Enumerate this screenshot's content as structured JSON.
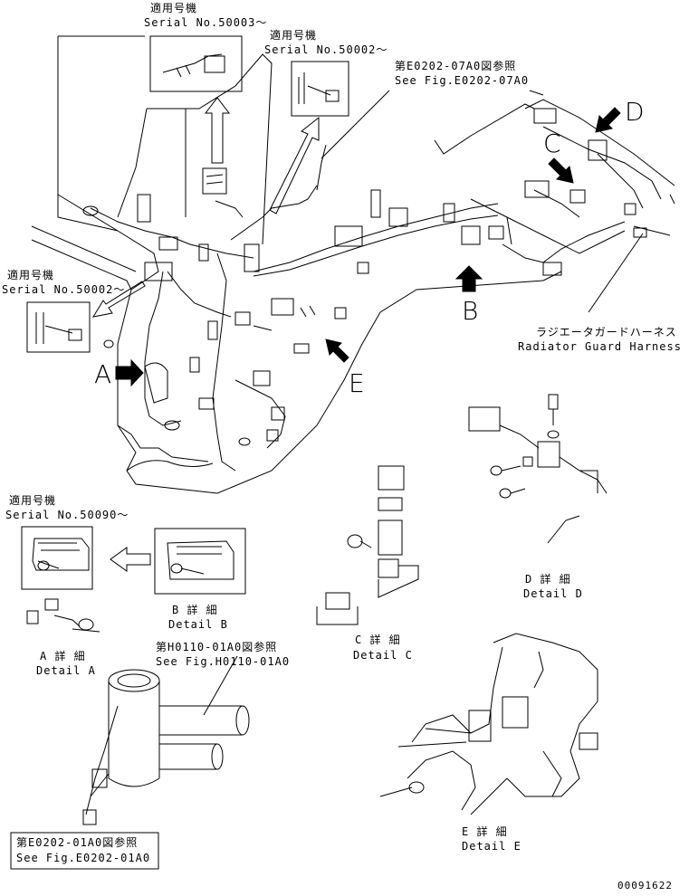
{
  "labels": {
    "serial_50003_ja": "適用号機",
    "serial_50003_en": "Serial No.50003～",
    "serial_50002_top_ja": "適用号機",
    "serial_50002_top_en": "Serial No.50002～",
    "ref_e0202_07_ja": "第E0202-07A0図参照",
    "ref_e0202_07_en": "See Fig.E0202-07A0",
    "serial_50002_left_ja": "適用号機",
    "serial_50002_left_en": "Serial No.50002～",
    "radiator_ja": "ラジエータガードハーネス",
    "radiator_en": "Radiator Guard Harness",
    "serial_50090_ja": "適用号機",
    "serial_50090_en": "Serial No.50090～",
    "detail_b_ja": "B 詳 細",
    "detail_b_en": "Detail B",
    "detail_a_ja": "A 詳 細",
    "detail_a_en": "Detail A",
    "ref_h0110_ja": "第H0110-01A0図参照",
    "ref_h0110_en": "See Fig.H0110-01A0",
    "detail_c_ja": "C 詳 細",
    "detail_c_en": "Detail C",
    "detail_d_ja": "D 詳 細",
    "detail_d_en": "Detail D",
    "ref_e0202_01_ja": "第E0202-01A0図参照",
    "ref_e0202_01_en": "See Fig.E0202-01A0",
    "detail_e_ja": "E 詳 細",
    "detail_e_en": "Detail E",
    "drawing_number": "00091622"
  },
  "letters": {
    "a": "A",
    "b": "B",
    "c": "C",
    "d": "D",
    "e": "E"
  },
  "colors": {
    "ink": "#000000",
    "paper": "#ffffff"
  }
}
